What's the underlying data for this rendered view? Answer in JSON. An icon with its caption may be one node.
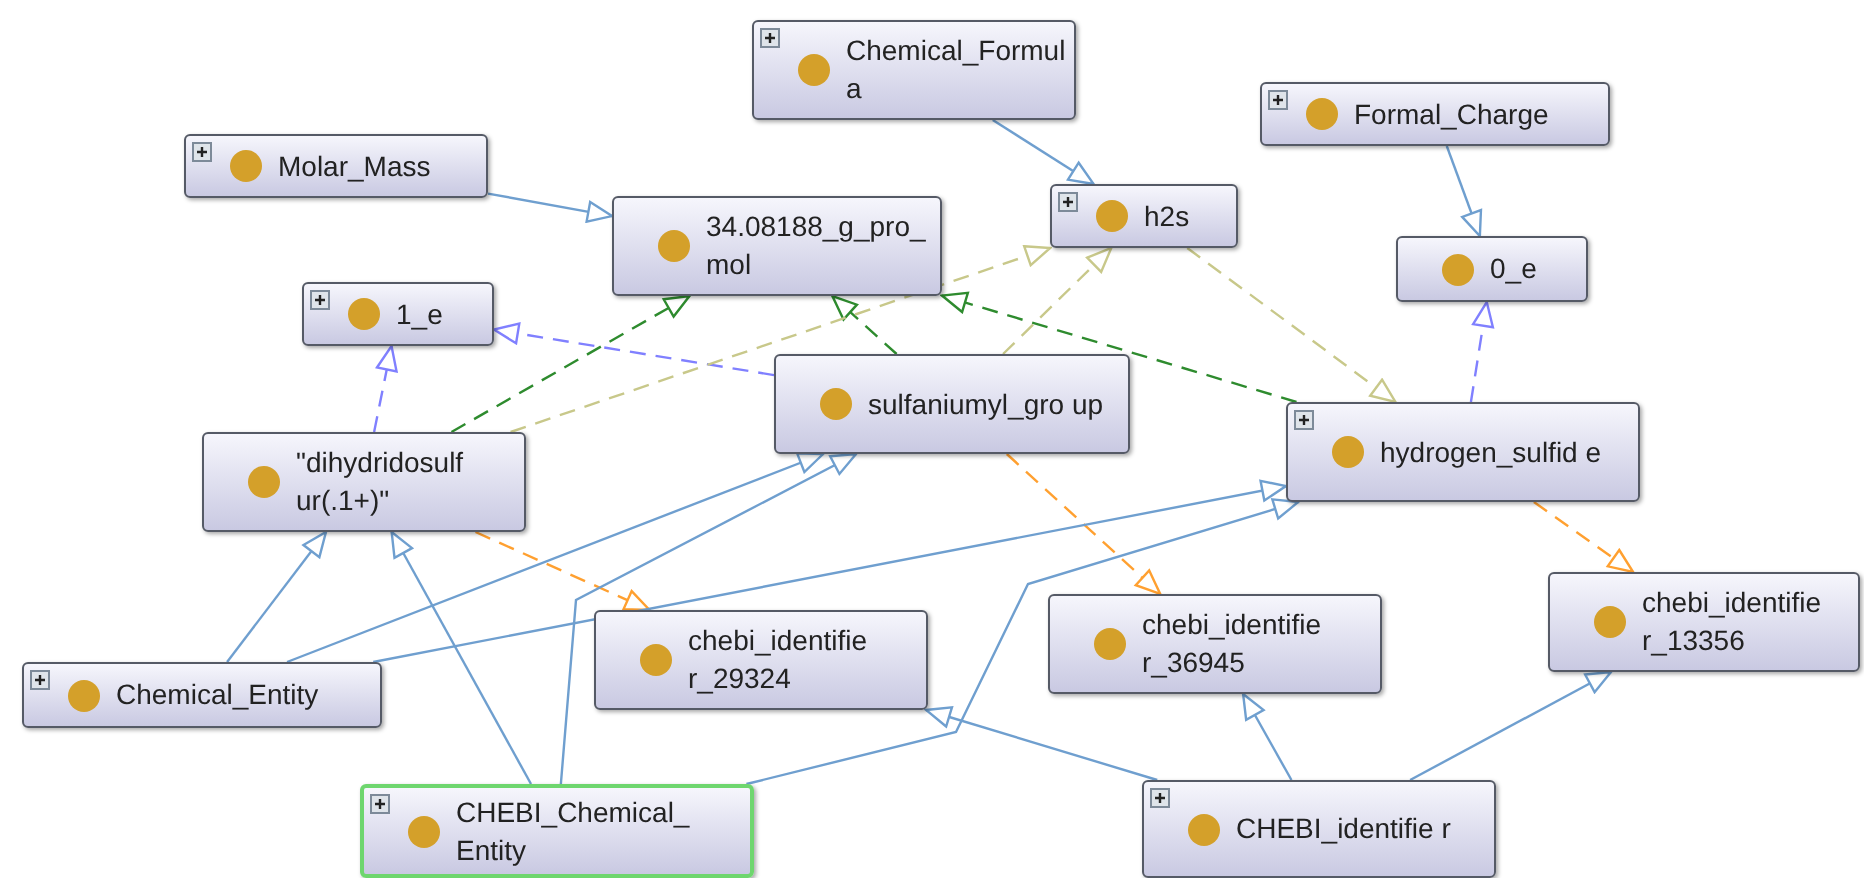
{
  "diagram": {
    "nodes": [
      {
        "text": [
          "Chemical_Formul a"
        ]
      },
      {
        "text": [
          "Formal_Charge"
        ]
      },
      {
        "text": [
          "Molar_Mass"
        ]
      },
      {
        "text": [
          "34.08188_g_pro_ mol"
        ]
      },
      {
        "text": [
          "h2s"
        ]
      },
      {
        "text": [
          "1_e"
        ]
      },
      {
        "text": [
          "0_e"
        ]
      },
      {
        "text": [
          "sulfaniumyl_gro up"
        ]
      },
      {
        "text": [
          "hydrogen_sulfid e"
        ]
      },
      {
        "text": [
          "\"dihydridosulf ur(.1+)\""
        ]
      },
      {
        "text": [
          "Chemical_Entity"
        ]
      },
      {
        "text": [
          "chebi_identifie r_29324"
        ]
      },
      {
        "text": [
          "chebi_identifie r_36945"
        ]
      },
      {
        "text": [
          "chebi_identifie r_13356"
        ]
      },
      {
        "text": [
          "CHEBI_Chemical_ Entity"
        ]
      },
      {
        "text": [
          "CHEBI_identifie r"
        ]
      }
    ],
    "edges": [
      {
        "from": 0,
        "to": 4,
        "arrow": "to"
      },
      {
        "from": 2,
        "to": 3,
        "arrow": "to"
      },
      {
        "from": 1,
        "to": 6,
        "arrow": "to"
      },
      {
        "from": 8,
        "to": 6,
        "arrow": "to",
        "style": "dashed",
        "color": "#8080ff"
      },
      {
        "from": 9,
        "to": 5,
        "arrow": "to",
        "style": "dashed",
        "color": "#8080ff"
      },
      {
        "from": 7,
        "to": 5,
        "arrow": "to",
        "style": "dashed",
        "color": "#8080ff"
      },
      {
        "from": 9,
        "to": 3,
        "arrow": "to",
        "style": "dashed",
        "color": "#2e8b2e"
      },
      {
        "from": 7,
        "to": 3,
        "arrow": "to",
        "style": "dashed",
        "color": "#2e8b2e"
      },
      {
        "from": 8,
        "to": 3,
        "arrow": "to",
        "style": "dashed",
        "color": "#2e8b2e"
      },
      {
        "from": 9,
        "to": 4,
        "arrow": "to",
        "style": "dashed",
        "color": "#c8c88a"
      },
      {
        "from": 7,
        "to": 4,
        "arrow": "to",
        "style": "dashed",
        "color": "#c8c88a"
      },
      {
        "from": 4,
        "to": 8,
        "arrow": "to",
        "style": "dashed",
        "color": "#c8c88a"
      },
      {
        "from": 9,
        "to": 11,
        "arrow": "to",
        "style": "dashed",
        "color": "#ffa030"
      },
      {
        "from": 7,
        "to": 12,
        "arrow": "to",
        "style": "dashed",
        "color": "#ffa030"
      },
      {
        "from": 8,
        "to": 13,
        "arrow": "to",
        "style": "dashed",
        "color": "#ffa030"
      },
      {
        "from": 10,
        "to": 9,
        "arrow": "to"
      },
      {
        "from": 10,
        "to": 7,
        "arrow": "to"
      },
      {
        "from": 10,
        "to": 8,
        "arrow": "to"
      },
      {
        "from": 14,
        "to": 9,
        "arrow": "to"
      },
      {
        "from": 14,
        "to": 7,
        "arrow": "to"
      },
      {
        "from": 14,
        "to": 8,
        "arrow": "to"
      },
      {
        "from": 15,
        "to": 11,
        "arrow": "to"
      },
      {
        "from": 15,
        "to": 12,
        "arrow": "to"
      },
      {
        "from": 15,
        "to": 13,
        "arrow": "to"
      }
    ]
  }
}
